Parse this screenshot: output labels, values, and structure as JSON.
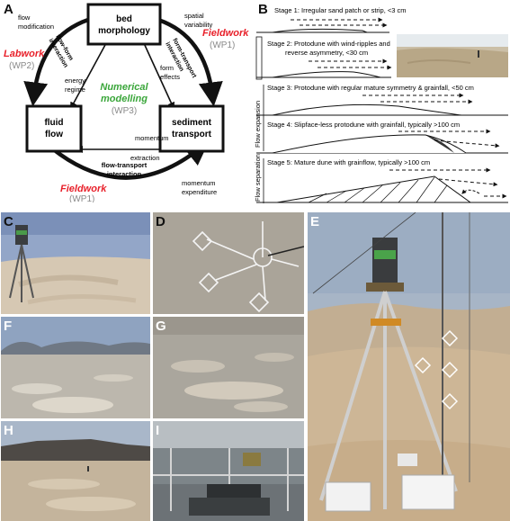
{
  "panel_labels": {
    "a": "A",
    "b": "B",
    "c": "C",
    "d": "D",
    "e": "E",
    "f": "F",
    "g": "G",
    "h": "H",
    "i": "I"
  },
  "cycle": {
    "box_bed_line1": "bed",
    "box_bed_line2": "morphology",
    "box_fluid_line1": "fluid",
    "box_fluid_line2": "flow",
    "box_sediment_line1": "sediment",
    "box_sediment_line2": "transport",
    "center_line1": "Numerical",
    "center_line2": "modelling",
    "center_wp": "(WP3)",
    "labwork": "Labwork",
    "labwork_wp": "(WP2)",
    "fieldwork_top": "Fieldwork",
    "fieldwork_top_wp": "(WP1)",
    "fieldwork_bottom": "Fieldwork",
    "fieldwork_bottom_wp": "(WP1)",
    "flow_modification_1": "flow",
    "flow_modification_2": "modification",
    "spatial_variability_1": "spatial",
    "spatial_variability_2": "variability",
    "flow_form_1": "flow-form",
    "flow_form_2": "interaction",
    "form_transport_1": "form-transport",
    "form_transport_2": "interaction",
    "energy_regime_1": "energy",
    "energy_regime_2": "regime",
    "form_effects_1": "form",
    "form_effects_2": "effects",
    "momentum_extraction_1": "momentum",
    "momentum_extraction_2": "extraction",
    "flow_transport_1": "flow-transport",
    "flow_transport_2": "interaction",
    "momentum_expenditure_1": "momentum",
    "momentum_expenditure_2": "expenditure",
    "colors": {
      "red": "#e8202a",
      "green": "#3aa63a",
      "grey": "#8a8a8a"
    }
  },
  "stages": {
    "s1": "Stage 1: Irregular sand patch or strip, <3 cm",
    "s2_line1": "Stage 2: Protodune with wind-ripples and",
    "s2_line2": "reverse asymmetry, <30 cm",
    "s3": "Stage 3: Protodune with regular mature symmetry & grainfall, <50 cm",
    "s4": "Stage 4: Slipface-less protodune with grainfall, typically >100 cm",
    "s5": "Stage 5: Mature dune with grainflow, typically >100 cm",
    "flow_expansion": "Flow expansion",
    "flow_separation": "Flow separation"
  }
}
